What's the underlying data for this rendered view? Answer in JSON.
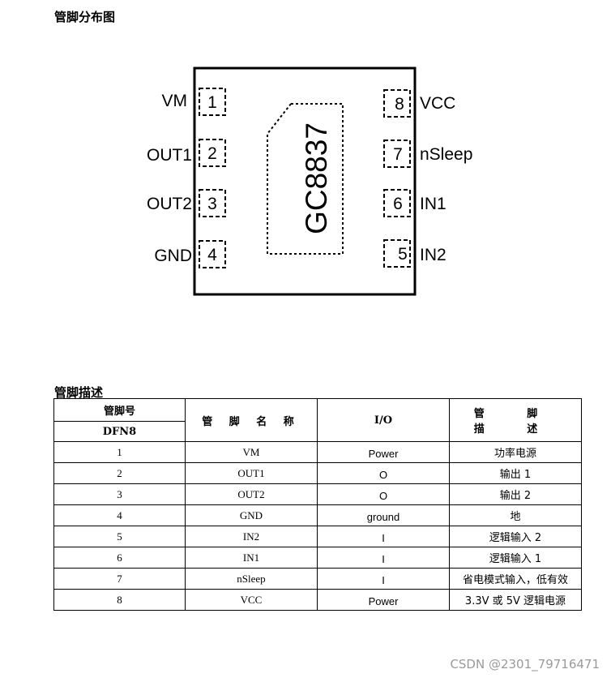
{
  "section1_title": "管脚分布图",
  "section2_title": "管脚描述",
  "chip_label": "GC8837",
  "left_pins": [
    {
      "name": "VM",
      "num": "1"
    },
    {
      "name": "OUT1",
      "num": "2"
    },
    {
      "name": "OUT2",
      "num": "3"
    },
    {
      "name": "GND",
      "num": "4"
    }
  ],
  "right_pins": [
    {
      "num": "8",
      "name": "VCC"
    },
    {
      "num": "7",
      "name": "nSleep"
    },
    {
      "num": "6",
      "name": "IN1"
    },
    {
      "num": "5",
      "name": "IN2"
    }
  ],
  "table": {
    "h_pin_no": "管脚号",
    "h_pkg": "DFN8",
    "h_name": "管 脚 名 称",
    "h_io": "I/O",
    "h_desc": "管 脚 描 述",
    "rows": [
      {
        "no": "1",
        "name": "VM",
        "io": "Power",
        "desc": "功率电源"
      },
      {
        "no": "2",
        "name": "OUT1",
        "io": "O",
        "desc": "输出 1"
      },
      {
        "no": "3",
        "name": "OUT2",
        "io": "O",
        "desc": "输出 2"
      },
      {
        "no": "4",
        "name": "GND",
        "io": "ground",
        "desc": "地"
      },
      {
        "no": "5",
        "name": "IN2",
        "io": "I",
        "desc": "逻辑输入 2"
      },
      {
        "no": "6",
        "name": "IN1",
        "io": "I",
        "desc": "逻辑输入 1"
      },
      {
        "no": "7",
        "name": "nSleep",
        "io": "I",
        "desc": "省电模式输入，低有效"
      },
      {
        "no": "8",
        "name": "VCC",
        "io": "Power",
        "desc": "3.3V 或 5V 逻辑电源"
      }
    ]
  },
  "watermark": "CSDN @2301_79716471"
}
